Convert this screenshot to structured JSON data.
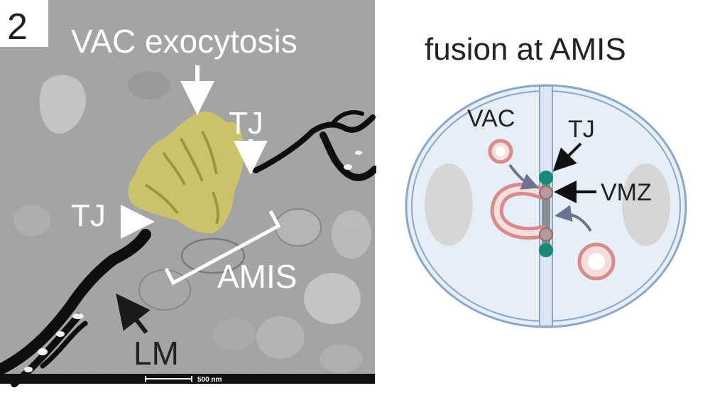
{
  "panel_number": "2",
  "micrograph": {
    "title": "VAC exocytosis",
    "labels": {
      "tj_top": "TJ",
      "tj_left": "TJ",
      "amis": "AMIS",
      "lm": "LM"
    },
    "scale_bar": "500 nm",
    "highlight_color": "#d8cc5a"
  },
  "schematic": {
    "title": "fusion at AMIS",
    "labels": {
      "vac": "VAC",
      "tj": "TJ",
      "vmz": "VMZ"
    },
    "colors": {
      "cell_fill": "#e6eef8",
      "cell_stroke": "#8ca6c8",
      "nucleus": "#d6d6d6",
      "vesicle": "#d98a8a",
      "tight_junction": "#1a8a78",
      "vmz": "#b89a9a",
      "arrow": "#6a7390"
    }
  }
}
